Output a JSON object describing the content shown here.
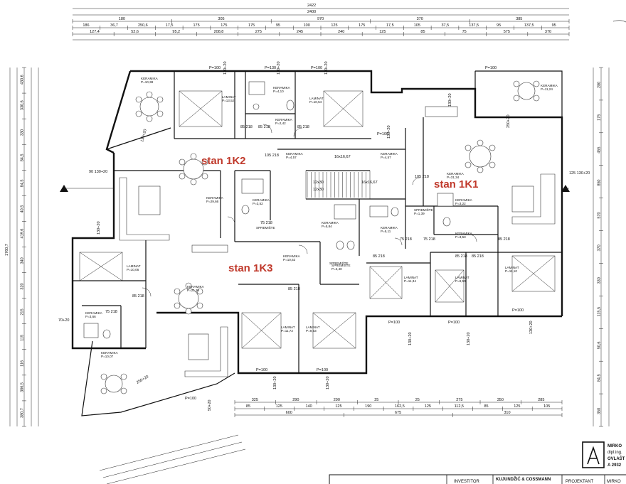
{
  "overall_dims": {
    "top_total": "2422",
    "top_inner": "2400",
    "left_total": "1760,7"
  },
  "top_chain_1": [
    "180",
    "305",
    "970",
    "370",
    "385"
  ],
  "top_chain_2": [
    "186",
    "36,7",
    "250,6",
    "17,5",
    "175",
    "175",
    "175",
    "95",
    "100",
    "125",
    "175",
    "17,5",
    "105",
    "37,5",
    "137,5",
    "95",
    "137,5",
    "95"
  ],
  "top_chain_3": [
    "127,4",
    "52,6",
    "95,2",
    "208,8",
    "275",
    "245",
    "240",
    "125",
    "85",
    "75",
    "575",
    "370"
  ],
  "bottom_chain_1": [
    "325",
    "290",
    "290",
    "25",
    "25",
    "275",
    "350",
    "285"
  ],
  "bottom_chain_2": [
    "85",
    "125",
    "140",
    "125",
    "190",
    "162,5",
    "125",
    "112,5",
    "85",
    "125",
    "105"
  ],
  "bottom_chain_3": [
    "600",
    "675",
    "310"
  ],
  "left_chain": [
    "430,6",
    "330,6",
    "330",
    "84,5",
    "84,5",
    "40,5",
    "419,6",
    "340",
    "320",
    "215",
    "115",
    "116",
    "386,5",
    "380,7"
  ],
  "right_chain": [
    "280",
    "175",
    "455",
    "850",
    "570",
    "370",
    "330",
    "115,5",
    "50,6",
    "84,5",
    "350"
  ],
  "apartments": [
    {
      "label": "stan 1K2"
    },
    {
      "label": "stan 1K1"
    },
    {
      "label": "stan 1K3"
    }
  ],
  "rooms": [
    {
      "label": "KERAMIKA",
      "area": "P=10,38"
    },
    {
      "label": "LAMINAT",
      "area": "P=13,52"
    },
    {
      "label": "KERAMIKA",
      "area": "P=4,10"
    },
    {
      "label": "KERAMIKA",
      "area": "P=2,42"
    },
    {
      "label": "LAMINAT",
      "area": "P=10,54"
    },
    {
      "label": "KERAMIKA",
      "area": "P=4,57"
    },
    {
      "label": "KERAMIKA",
      "area": "P=4,57"
    },
    {
      "label": "KERAMIKA",
      "area": "P=11,24"
    },
    {
      "label": "KERAMIKA",
      "area": "P=29,66"
    },
    {
      "label": "KERAMIKA",
      "area": "P=31,34"
    },
    {
      "label": "KERAMIKA",
      "area": "P=3,52"
    },
    {
      "label": "KERAMIKA",
      "area": "P=3,22"
    },
    {
      "label": "SPREMIŠTE",
      "area": "P=1,39"
    },
    {
      "label": "KERAMIKA",
      "area": "P=5,84"
    },
    {
      "label": "KERAMIKA",
      "area": "P=5,11"
    },
    {
      "label": "KERAMIKA",
      "area": "P=3,53"
    },
    {
      "label": "LAMINAT",
      "area": "P=10,06"
    },
    {
      "label": "KERAMIKA",
      "area": "P=21,18"
    },
    {
      "label": "KERAMIKA",
      "area": "P=10,52"
    },
    {
      "label": "SPREMIŠTE",
      "area": "P=2,40"
    },
    {
      "label": "LAMINAT",
      "area": "P=11,34"
    },
    {
      "label": "LAMINAT",
      "area": "P=9,50"
    },
    {
      "label": "LAMINAT",
      "area": "P=11,10"
    },
    {
      "label": "KERAMIKA",
      "area": "P=3,66"
    },
    {
      "label": "LAMINAT",
      "area": "P=11,72"
    },
    {
      "label": "LAMINAT",
      "area": "P=9,63"
    },
    {
      "label": "KERAMIKA",
      "area": "P=10,07"
    }
  ],
  "misc_labels": [
    "SPREMIŠTE",
    "SPREMIŠTE"
  ],
  "stair": {
    "top": "16x16,67",
    "h1": "12x30",
    "h2": "12x30",
    "h3": "16x16,67"
  },
  "window_codes": [
    "130+20",
    "130+20",
    "130+20",
    "130+20",
    "130+20",
    "130+20",
    "250+20",
    "90 130+20",
    "125 130+20",
    "70+20",
    "250+20",
    "50+20",
    "130+20",
    "130+20",
    "130+20",
    "130+20",
    "130+20",
    "130+20"
  ],
  "door_codes": [
    "85 218",
    "85 218",
    "85 218",
    "105 218",
    "105 218",
    "85 218",
    "85 218",
    "75 218",
    "75 218",
    "85 218",
    "75 218",
    "85 218",
    "85 218",
    "85 218",
    "75 218"
  ],
  "parapets": [
    "P=100",
    "P=130",
    "P=100",
    "P=100",
    "P=100",
    "P=100",
    "P=100",
    "P=100",
    "P=100",
    "P=100",
    "P=100"
  ],
  "title_block": {
    "firm_name": "MIRKO",
    "firm_line2": "dipl.ing.",
    "firm_line3": "OVLAŠT",
    "firm_code": "A 2932",
    "investor_label": "INVESTITOR",
    "investor": "KUJUNDŽIĆ & COSSMANN",
    "designer_label": "PROJEKTANT",
    "designer": "MIRKO"
  }
}
